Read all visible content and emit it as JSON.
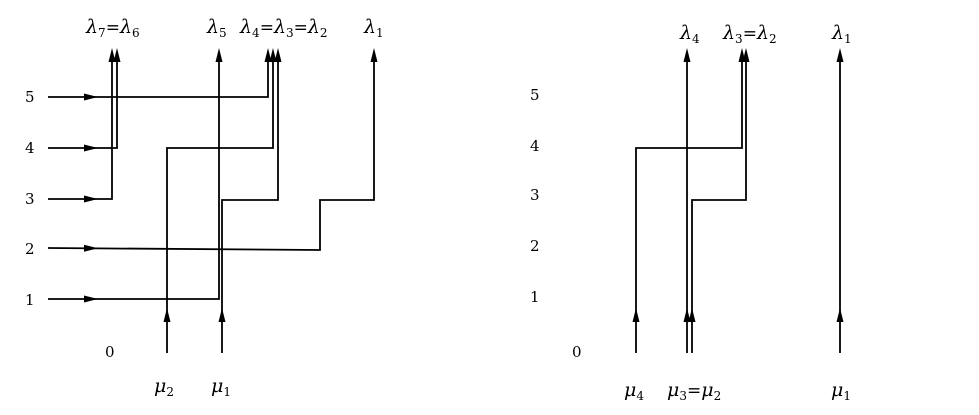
{
  "left_diagram": {
    "top_labels": [
      {
        "id": "l76",
        "parts": [
          {
            "sym": "λ",
            "sub": "7"
          },
          {
            "eq": "="
          },
          {
            "sym": "λ",
            "sub": "6"
          }
        ]
      },
      {
        "id": "l5",
        "parts": [
          {
            "sym": "λ",
            "sub": "5"
          }
        ]
      },
      {
        "id": "l432",
        "parts": [
          {
            "sym": "λ",
            "sub": "4"
          },
          {
            "eq": "="
          },
          {
            "sym": "λ",
            "sub": "3"
          },
          {
            "eq": "="
          },
          {
            "sym": "λ",
            "sub": "2"
          }
        ]
      },
      {
        "id": "l1",
        "parts": [
          {
            "sym": "λ",
            "sub": "1"
          }
        ]
      }
    ],
    "row_labels": [
      "5",
      "4",
      "3",
      "2",
      "1"
    ],
    "origin_label": "0",
    "bottom_labels": [
      {
        "id": "m2",
        "parts": [
          {
            "sym": "μ",
            "sub": "2"
          }
        ]
      },
      {
        "id": "m1",
        "parts": [
          {
            "sym": "μ",
            "sub": "1"
          }
        ]
      }
    ]
  },
  "right_diagram": {
    "top_labels": [
      {
        "id": "l4",
        "parts": [
          {
            "sym": "λ",
            "sub": "4"
          }
        ]
      },
      {
        "id": "l32",
        "parts": [
          {
            "sym": "λ",
            "sub": "3"
          },
          {
            "eq": "="
          },
          {
            "sym": "λ",
            "sub": "2"
          }
        ]
      },
      {
        "id": "l1",
        "parts": [
          {
            "sym": "λ",
            "sub": "1"
          }
        ]
      }
    ],
    "row_labels": [
      "5",
      "4",
      "3",
      "2",
      "1"
    ],
    "origin_label": "0",
    "bottom_labels": [
      {
        "id": "m4",
        "parts": [
          {
            "sym": "μ",
            "sub": "4"
          }
        ]
      },
      {
        "id": "m32",
        "parts": [
          {
            "sym": "μ",
            "sub": "3"
          },
          {
            "eq": "="
          },
          {
            "sym": "μ",
            "sub": "2"
          }
        ]
      },
      {
        "id": "m1",
        "parts": [
          {
            "sym": "μ",
            "sub": "1"
          }
        ]
      }
    ]
  }
}
